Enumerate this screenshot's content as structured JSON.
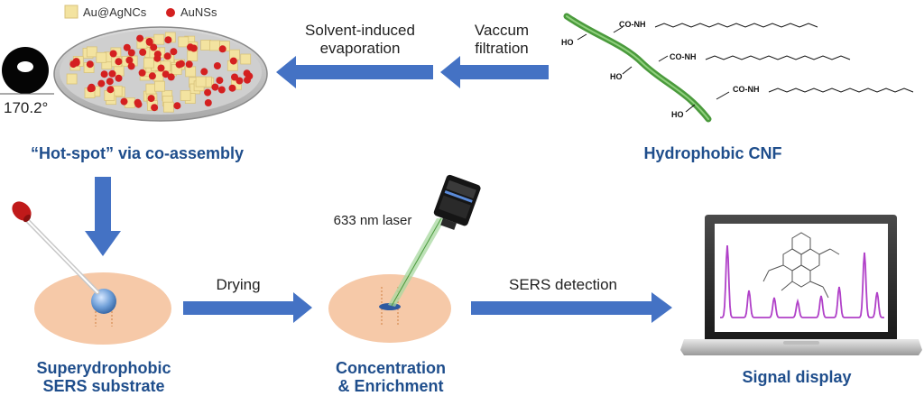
{
  "legend": {
    "cube_label": "Au@AgNCs",
    "sphere_label": "AuNSs"
  },
  "contact_angle": "170.2°",
  "captions": {
    "hotspot": "“Hot-spot” via co-assembly",
    "cnf": "Hydrophobic CNF",
    "substrate_line1": "Superydrophobic",
    "substrate_line2": "SERS substrate",
    "enrich_line1": "Concentration",
    "enrich_line2": "& Enrichment",
    "signal": "Signal display"
  },
  "steps": {
    "evap_line1": "Solvent-induced",
    "evap_line2": "evaporation",
    "filt_line1": "Vaccum",
    "filt_line2": "filtration",
    "drying": "Drying",
    "sers": "SERS detection"
  },
  "laser_label": "633 nm laser",
  "chem": {
    "coNH": "CO-NH",
    "ho": "HO"
  },
  "colors": {
    "arrow": "#4472c4",
    "caption": "#1f4e8c",
    "cube": "#f3e3a0",
    "sphere": "#d42020",
    "dish": "#f6c9a8",
    "fiber": "#4a9a3c",
    "spectrum": "#b040c8"
  }
}
